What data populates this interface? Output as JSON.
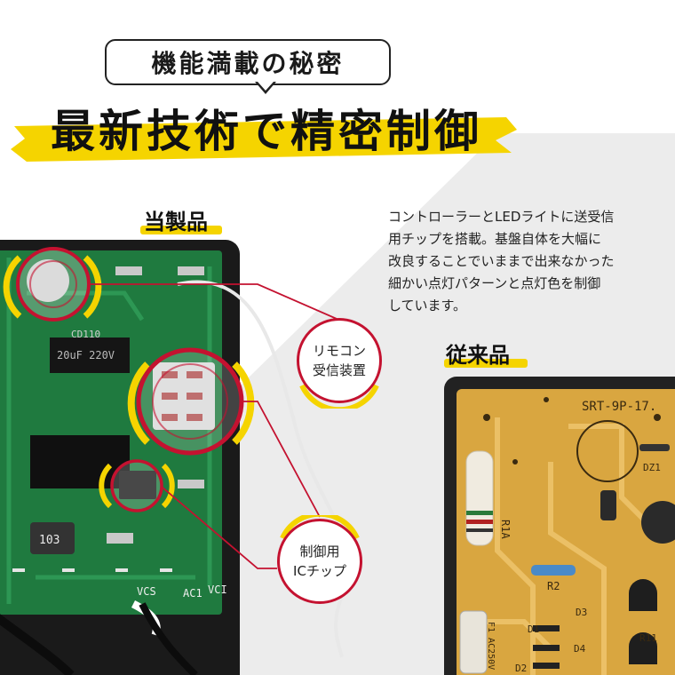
{
  "header": {
    "subtitle": "機能満載の秘密",
    "headline": "最新技術で精密制御"
  },
  "product": {
    "label": "当製品",
    "description_lines": [
      "コントローラーとLEDライトに送受信",
      "用チップを搭載。基盤自体を大幅に",
      "改良することでいままで出来なかった",
      "細かい点灯パターンと点灯色を制御",
      "しています。"
    ],
    "callouts": [
      {
        "line1": "リモコン",
        "line2": "受信装置"
      },
      {
        "line1": "制御用",
        "line2": "ICチップ"
      }
    ],
    "board_markings": [
      "CD110",
      "20uF 220V",
      "AC1",
      "VCS",
      "VCI",
      "103"
    ]
  },
  "conventional": {
    "label": "従来品",
    "board_markings": [
      "SRT-9P-17.",
      "R1A",
      "R2",
      "D3",
      "D1",
      "D4",
      "D2",
      "DZ1",
      "R11",
      "F1 AC250V"
    ]
  },
  "colors": {
    "accent_yellow": "#f5d400",
    "accent_red": "#c41230",
    "green_pcb": "#1f7a3f",
    "yellow_pcb": "#d9a640"
  }
}
